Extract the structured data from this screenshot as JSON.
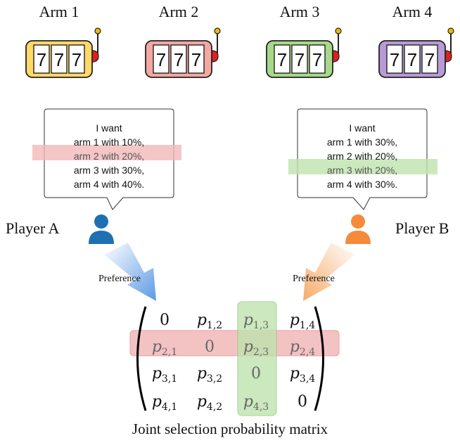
{
  "arms": [
    {
      "label": "Arm 1",
      "reels": [
        "7",
        "7",
        "7"
      ],
      "color": "#FFD966",
      "dark": "#E6B800"
    },
    {
      "label": "Arm 2",
      "reels": [
        "7",
        "7",
        "7"
      ],
      "color": "#F4A7A3",
      "dark": "#D9706A"
    },
    {
      "label": "Arm 3",
      "reels": [
        "7",
        "7",
        "7"
      ],
      "color": "#A8D98A",
      "dark": "#6FB54A"
    },
    {
      "label": "Arm 4",
      "reels": [
        "7",
        "7",
        "7"
      ],
      "color": "#B89AD6",
      "dark": "#8A63B8"
    }
  ],
  "players": [
    {
      "name": "Player A",
      "color": "#1F6FB5",
      "bubble_lines": [
        "I want",
        "arm 1 with 10%,",
        "arm 2 with 20%,",
        "arm 3 with 30%,",
        "arm 4 with 40%."
      ],
      "highlight_line": 2,
      "highlight_color": "#F2B8B8"
    },
    {
      "name": "Player B",
      "color": "#F58A3A",
      "bubble_lines": [
        "I want",
        "arm 1 with 30%,",
        "arm 2 with 20%,",
        "arm 3 with 20%,",
        "arm 4 with 30%."
      ],
      "highlight_line": 3,
      "highlight_color": "#BFE3AE"
    }
  ],
  "arrow_label": "Preference",
  "matrix": {
    "rows": [
      [
        {
          "b": "0"
        },
        {
          "b": "p",
          "s": "1,2"
        },
        {
          "b": "p",
          "s": "1,3"
        },
        {
          "b": "p",
          "s": "1,4"
        }
      ],
      [
        {
          "b": "p",
          "s": "2,1"
        },
        {
          "b": "0"
        },
        {
          "b": "p",
          "s": "2,3"
        },
        {
          "b": "p",
          "s": "2,4"
        }
      ],
      [
        {
          "b": "p",
          "s": "3,1"
        },
        {
          "b": "p",
          "s": "3,2"
        },
        {
          "b": "0"
        },
        {
          "b": "p",
          "s": "3,4"
        }
      ],
      [
        {
          "b": "p",
          "s": "4,1"
        },
        {
          "b": "p",
          "s": "4,2"
        },
        {
          "b": "p",
          "s": "4,3"
        },
        {
          "b": "0"
        }
      ]
    ],
    "highlight_row": 1,
    "highlight_col": 2,
    "row_color": "#F2B8B8",
    "col_color": "#BFE3AE",
    "caption": "Joint selection probability matrix"
  }
}
